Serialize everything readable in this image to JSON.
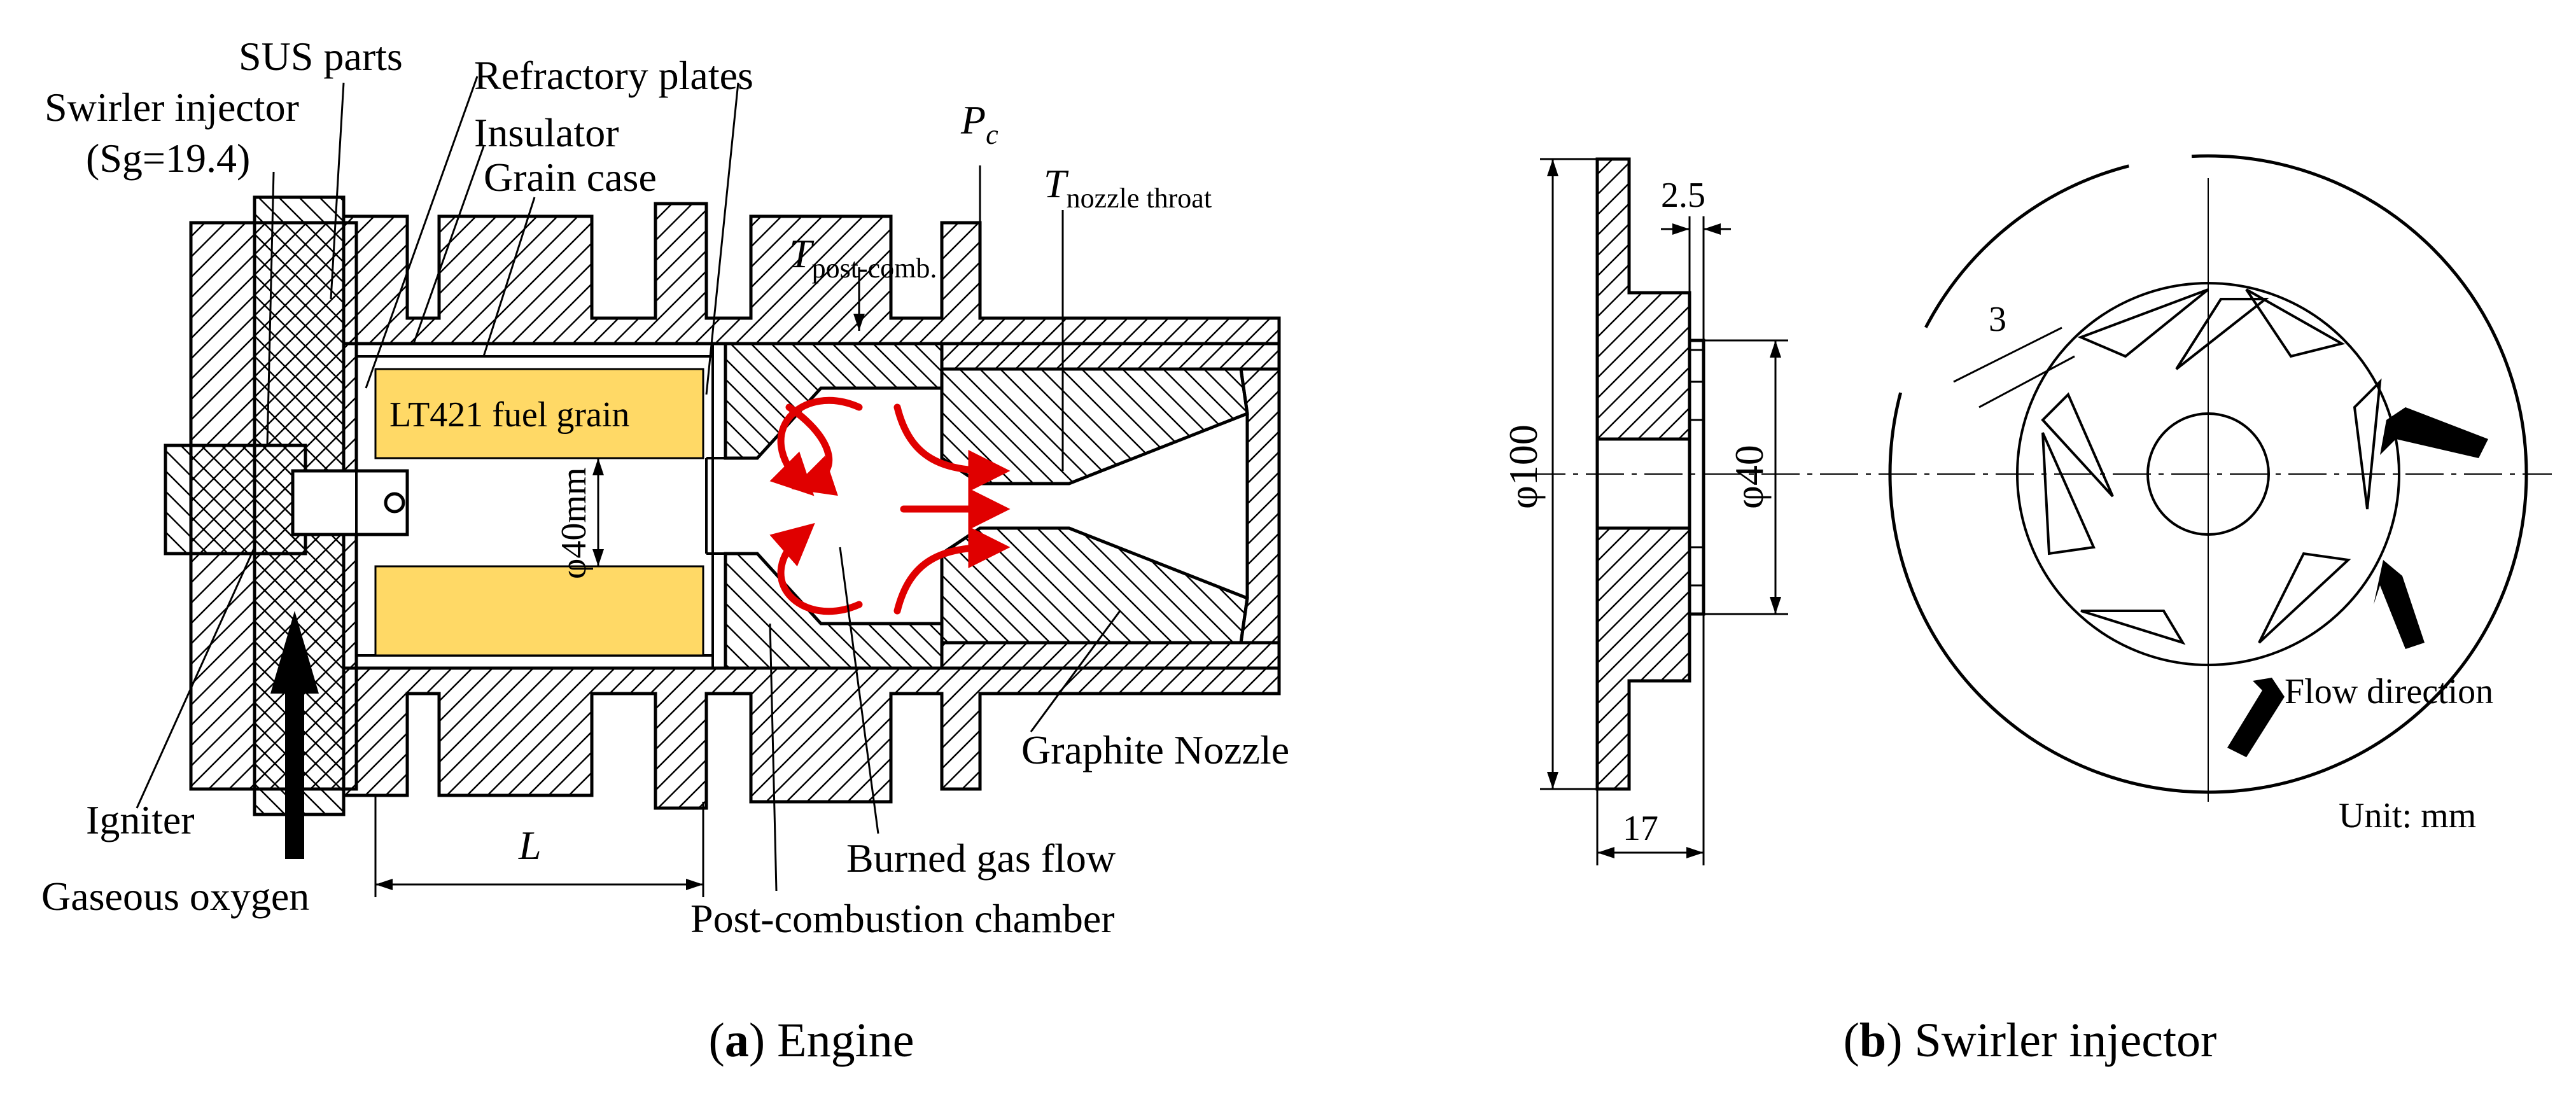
{
  "engine": {
    "caption_letter": "a",
    "caption_text": "Engine",
    "labels": {
      "sus_parts": "SUS parts",
      "refractory_plates": "Refractory plates",
      "swirler_injector": "Swirler injector",
      "sg": "(Sg=19.4)",
      "insulator": "Insulator",
      "grain_case": "Grain case",
      "t_main": "T",
      "t_post_sub": "post-comb.",
      "p_main": "P",
      "p_sub": "c",
      "t_nozzle_sub": "nozzle throat",
      "fuel_grain": "LT421 fuel grain",
      "port_dia": "φ40mm",
      "graphite_nozzle": "Graphite Nozzle",
      "igniter": "Igniter",
      "length_symbol": "L",
      "burned_gas_flow": "Burned gas flow",
      "gaseous_oxygen": "Gaseous oxygen",
      "post_combustion_chamber": "Post-combustion chamber"
    }
  },
  "injector": {
    "caption_letter": "b",
    "caption_text": "Swirler injector",
    "labels": {
      "outer_dia": "φ100",
      "thickness_step": "2.5",
      "inner_dia": "φ40",
      "width": "17",
      "slot_width": "3",
      "flow_direction": "Flow direction",
      "unit": "Unit: mm"
    }
  },
  "colors": {
    "fuel_grain": "#ffd966",
    "flow_arrows": "#e00000",
    "lines": "#000000"
  }
}
